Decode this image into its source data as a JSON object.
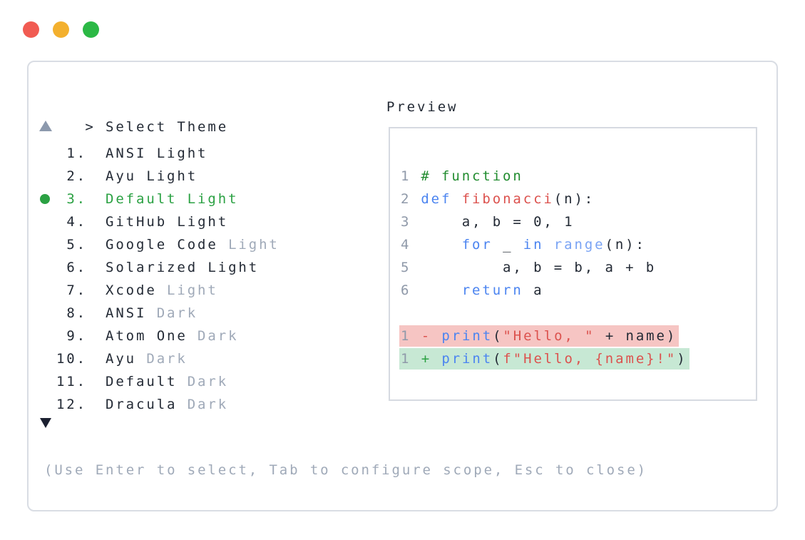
{
  "window": {
    "traffic_lights": [
      {
        "name": "close-button",
        "color_key": "traffic_red"
      },
      {
        "name": "minimize-button",
        "color_key": "traffic_yellow"
      },
      {
        "name": "zoom-button",
        "color_key": "traffic_green"
      }
    ]
  },
  "theme_picker": {
    "prompt_marker": ">",
    "title": "Select Theme",
    "scroll_up_icon": "triangle-up",
    "scroll_down_icon": "triangle-down",
    "items": [
      {
        "number": "1.",
        "name": "ANSI",
        "variant": " Light",
        "variant_muted": false,
        "selected": false
      },
      {
        "number": "2.",
        "name": "Ayu",
        "variant": " Light",
        "variant_muted": false,
        "selected": false
      },
      {
        "number": "3.",
        "name": "Default",
        "variant": " Light",
        "variant_muted": false,
        "selected": true
      },
      {
        "number": "4.",
        "name": "GitHub",
        "variant": " Light",
        "variant_muted": false,
        "selected": false
      },
      {
        "number": "5.",
        "name": "Google Code",
        "variant": " Light",
        "variant_muted": true,
        "selected": false
      },
      {
        "number": "6.",
        "name": "Solarized",
        "variant": " Light",
        "variant_muted": false,
        "selected": false
      },
      {
        "number": "7.",
        "name": "Xcode",
        "variant": " Light",
        "variant_muted": true,
        "selected": false
      },
      {
        "number": "8.",
        "name": "ANSI",
        "variant": " Dark",
        "variant_muted": true,
        "selected": false
      },
      {
        "number": "9.",
        "name": "Atom One",
        "variant": " Dark",
        "variant_muted": true,
        "selected": false
      },
      {
        "number": "10.",
        "name": "Ayu",
        "variant": " Dark",
        "variant_muted": true,
        "selected": false
      },
      {
        "number": "11.",
        "name": "Default",
        "variant": " Dark",
        "variant_muted": true,
        "selected": false
      },
      {
        "number": "12.",
        "name": "Dracula",
        "variant": " Dark",
        "variant_muted": true,
        "selected": false
      }
    ],
    "hint": "(Use Enter to select, Tab to configure scope, Esc to close)"
  },
  "preview": {
    "title": "Preview",
    "code_lines": [
      {
        "number": "1",
        "tokens": [
          {
            "t": "# function",
            "c": "comment"
          }
        ]
      },
      {
        "number": "2",
        "tokens": [
          {
            "t": "def",
            "c": "keyword"
          },
          {
            "t": " ",
            "c": "plain"
          },
          {
            "t": "fibonacci",
            "c": "function"
          },
          {
            "t": "(n):",
            "c": "plain"
          }
        ]
      },
      {
        "number": "3",
        "tokens": [
          {
            "t": "    a, b = 0, 1",
            "c": "plain"
          }
        ]
      },
      {
        "number": "4",
        "tokens": [
          {
            "t": "    ",
            "c": "plain"
          },
          {
            "t": "for",
            "c": "keyword"
          },
          {
            "t": " _ ",
            "c": "plain"
          },
          {
            "t": "in",
            "c": "keyword"
          },
          {
            "t": " ",
            "c": "plain"
          },
          {
            "t": "range",
            "c": "builtin"
          },
          {
            "t": "(n):",
            "c": "plain"
          }
        ]
      },
      {
        "number": "5",
        "tokens": [
          {
            "t": "        a, b = b, a + b",
            "c": "plain"
          }
        ]
      },
      {
        "number": "6",
        "tokens": [
          {
            "t": "    ",
            "c": "plain"
          },
          {
            "t": "return",
            "c": "keyword"
          },
          {
            "t": " a",
            "c": "plain"
          }
        ]
      }
    ],
    "diff_lines": [
      {
        "kind": "removed",
        "tokens": [
          {
            "t": "1",
            "c": "lnum"
          },
          {
            "t": " ",
            "c": "plain"
          },
          {
            "t": "-",
            "c": "sign-removed"
          },
          {
            "t": " ",
            "c": "plain"
          },
          {
            "t": "print",
            "c": "keyword"
          },
          {
            "t": "(",
            "c": "plain"
          },
          {
            "t": "\"Hello, \"",
            "c": "string"
          },
          {
            "t": " + name)",
            "c": "plain"
          }
        ]
      },
      {
        "kind": "added",
        "tokens": [
          {
            "t": "1",
            "c": "lnum"
          },
          {
            "t": " ",
            "c": "plain"
          },
          {
            "t": "+",
            "c": "sign-added"
          },
          {
            "t": " ",
            "c": "plain"
          },
          {
            "t": "print",
            "c": "keyword"
          },
          {
            "t": "(",
            "c": "plain"
          },
          {
            "t": "f\"Hello, {name}!\"",
            "c": "string"
          },
          {
            "t": ")",
            "c": "plain"
          }
        ]
      }
    ]
  },
  "colors": {
    "traffic_red": "#f15b52",
    "traffic_yellow": "#f3b02e",
    "traffic_green": "#2bb845",
    "accent_green": "#2ba143",
    "comment_green": "#218c2f",
    "keyword_blue": "#4b84f0",
    "builtin_blue": "#79a3f4",
    "string_red": "#dc524e",
    "func_red": "#dc524e",
    "text_dark": "#232a35",
    "muted": "#9fa9b8",
    "line_number": "#8f99a9",
    "panel_border": "#d9dde4",
    "box_border": "#d6dae1",
    "removed_bg": "#f6c5c3",
    "added_bg": "#c7e8d4",
    "arrow_up": "#8c99ad",
    "arrow_down": "#1b2030"
  }
}
